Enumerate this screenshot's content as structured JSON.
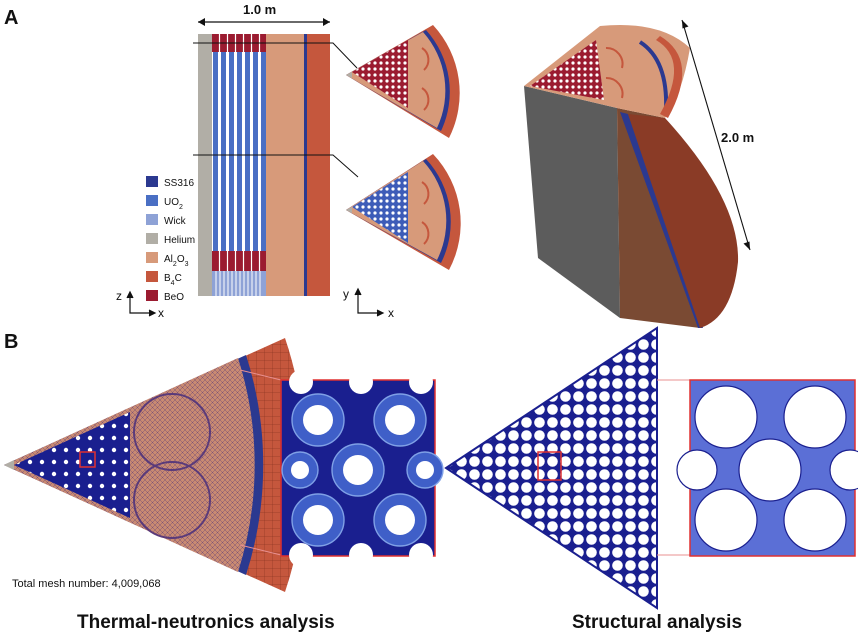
{
  "panels": {
    "a_label": "A",
    "b_label": "B"
  },
  "dimensions": {
    "width_label": "1.0 m",
    "height_label": "2.0 m"
  },
  "legend": [
    {
      "main": "SS316",
      "sub": "",
      "tail": "",
      "color": "#2b3990"
    },
    {
      "main": "UO",
      "sub": "2",
      "tail": "",
      "color": "#4a6fc4"
    },
    {
      "main": "Wick",
      "sub": "",
      "tail": "",
      "color": "#8ea2d6"
    },
    {
      "main": "Helium",
      "sub": "",
      "tail": "",
      "color": "#b1aea6"
    },
    {
      "main": "Al",
      "sub": "2",
      "tail": "O",
      "sub2": "3",
      "color": "#d79a7a"
    },
    {
      "main": "B",
      "sub": "4",
      "tail": "C",
      "color": "#c5573d"
    },
    {
      "main": "BeO",
      "sub": "",
      "tail": "",
      "color": "#9b1b30"
    }
  ],
  "axes": {
    "left_vertical": "z",
    "left_horizontal": "x",
    "right_vertical": "y",
    "right_horizontal": "x"
  },
  "mesh": {
    "total_label": "Total mesh number: 4,009,068"
  },
  "captions": {
    "thermal": "Thermal-neutronics analysis",
    "structural": "Structural analysis"
  },
  "colors": {
    "ss316": "#2b3990",
    "uo2": "#4a6fc4",
    "wick": "#8ea2d6",
    "helium": "#b1aea6",
    "al2o3": "#d79a7a",
    "b4c": "#c5573d",
    "beo": "#9b1b30",
    "mesh_blue": "#1a1f8f",
    "highlight": "#e03030"
  }
}
